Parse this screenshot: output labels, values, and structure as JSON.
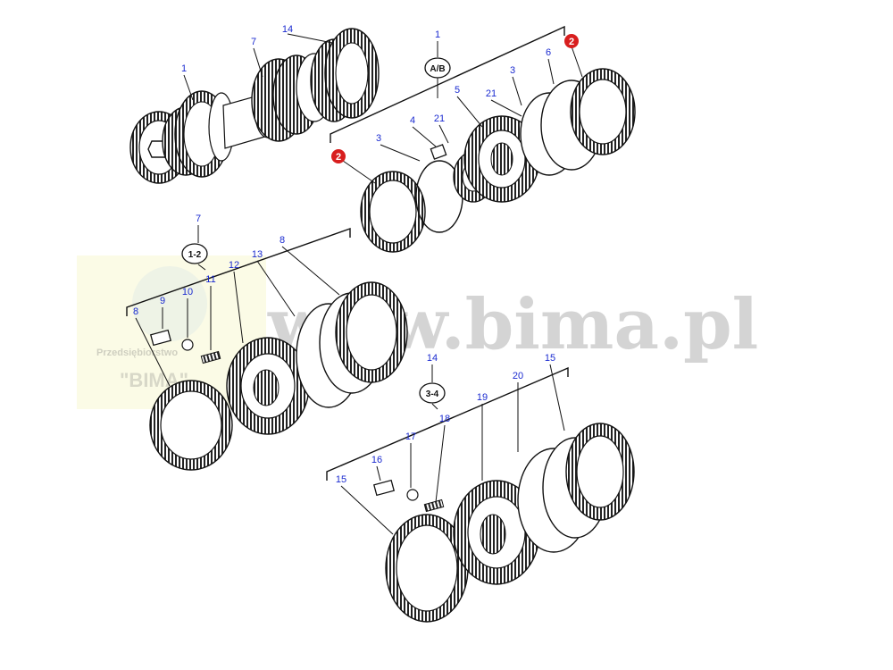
{
  "watermark": {
    "url_text": "www.bima.pl",
    "company_text": "Przedsiębiorstwo",
    "logo_text": "\"BIMA\""
  },
  "group_labels": {
    "ab": "A/B",
    "g12": "1-2",
    "g34": "3-4"
  },
  "callouts": {
    "c1_shaft": "1",
    "c7_top": "7",
    "c14_top": "14",
    "c1_ab": "1",
    "c2_red_top": "2",
    "c6": "6",
    "c3_right": "3",
    "c5": "5",
    "c21_a": "21",
    "c21_b": "21",
    "c4": "4",
    "c3_left": "3",
    "c2_red_left": "2",
    "c7_mid": "7",
    "c8_top": "8",
    "c13": "13",
    "c12": "12",
    "c11": "11",
    "c10": "10",
    "c9": "9",
    "c8_left": "8",
    "c14_mid": "14",
    "c15_right": "15",
    "c20": "20",
    "c19": "19",
    "c18": "18",
    "c17": "17",
    "c16": "16",
    "c15_left": "15"
  },
  "colors": {
    "callout_number": "#1a2ad0",
    "highlight_badge": "#d81e1e",
    "line_art": "#111111",
    "watermark_text": "#d4d4d4",
    "watermark_logo_bg": "#fbfbe6"
  }
}
